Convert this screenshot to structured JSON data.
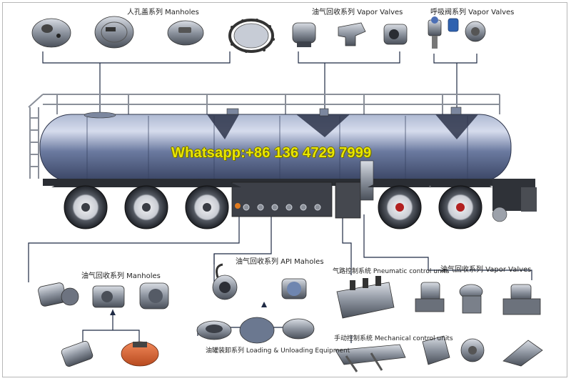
{
  "labels": {
    "manholes_top": "人孔盖系列  Manholes",
    "vapor_valves_top_center": "油气回收系列 Vapor Valves",
    "vapor_valves_top_right": "呼吸阀系列 Vapor Valves",
    "manholes_bottom_left": "油气回收系列 Manholes",
    "api_maholes": "油气回收系列 API Maholes",
    "pneumatic_units": "气路控制系统 Pneumatic control units",
    "vapor_valves_bottom_right": "油气回收系列 Vapor Valves",
    "loading_unloading": "油罐装卸系列 Loading & Unloading Equipment",
    "mechanical_units": "手动控制系统 Mechanical control units"
  },
  "watermark": "Whatsapp:+86 136 4729 7999",
  "colors": {
    "tank_body": "#5f6f95",
    "tank_highlight": "#c9d2e6",
    "frame_line": "#b7b7b7",
    "callout_line": "#1f2a44",
    "watermark": "#e9e600"
  },
  "icons": [
    "manhole-cover-icon",
    "vapor-valve-icon",
    "breather-valve-icon",
    "api-coupler-icon",
    "pneumatic-valve-block-icon",
    "loading-arm-icon",
    "wheel-icon"
  ]
}
